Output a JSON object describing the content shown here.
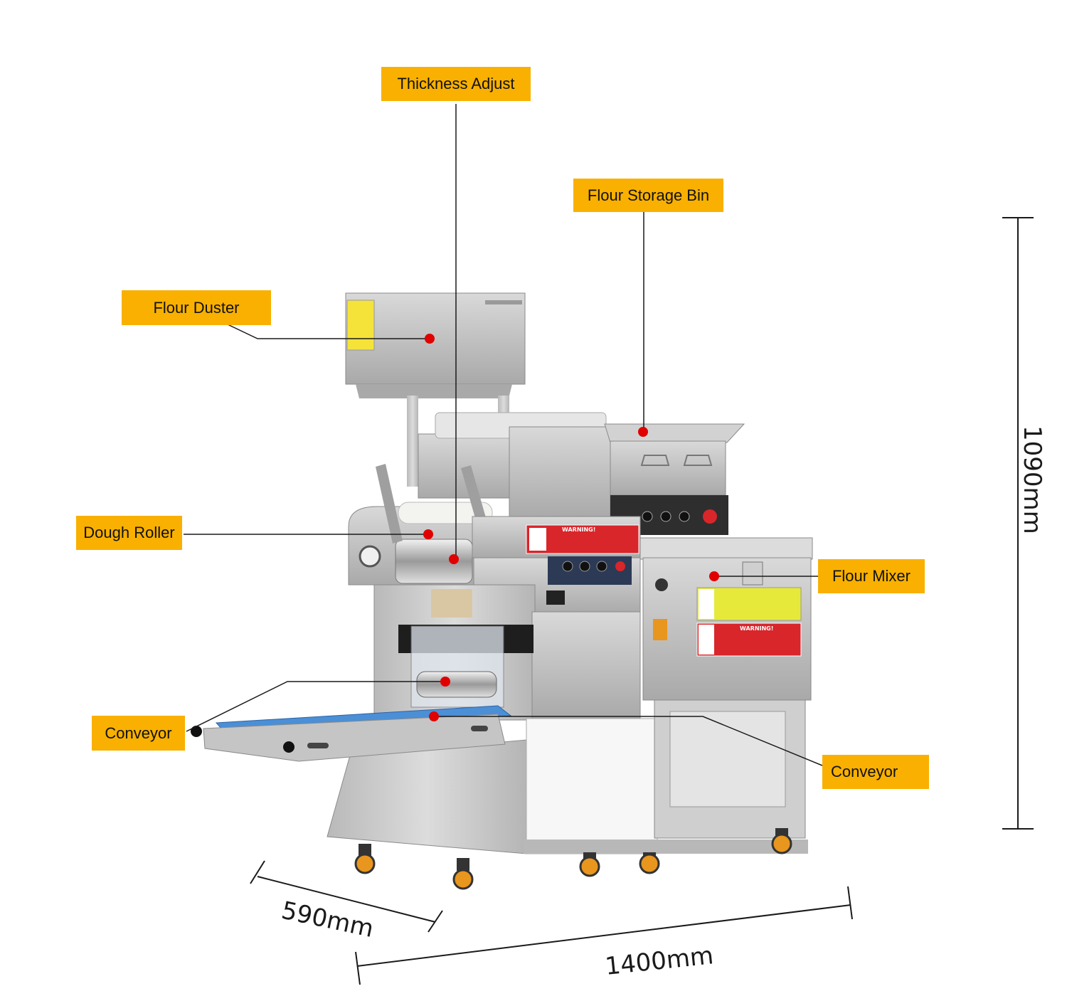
{
  "labels": {
    "thickness_adjust": "Thickness Adjust",
    "flour_storage_bin": "Flour Storage Bin",
    "flour_duster": "Flour Duster",
    "dough_roller": "Dough Roller",
    "flour_mixer": "Flour Mixer",
    "conveyor_left": "Conveyor",
    "conveyor_right": "Conveyor"
  },
  "dimensions": {
    "height": "1090mm",
    "depth": "590mm",
    "width": "1400mm"
  },
  "warning_signs": {
    "upper": "WARNING!",
    "lower": "WARNING!"
  },
  "colors": {
    "label_bg": "#f9b000",
    "marker": "#e00000",
    "steel": "#c9c9c9",
    "conveyor_belt": "#4b8fd6",
    "warning_red": "#d8262b",
    "caster_orange": "#e8961e"
  }
}
